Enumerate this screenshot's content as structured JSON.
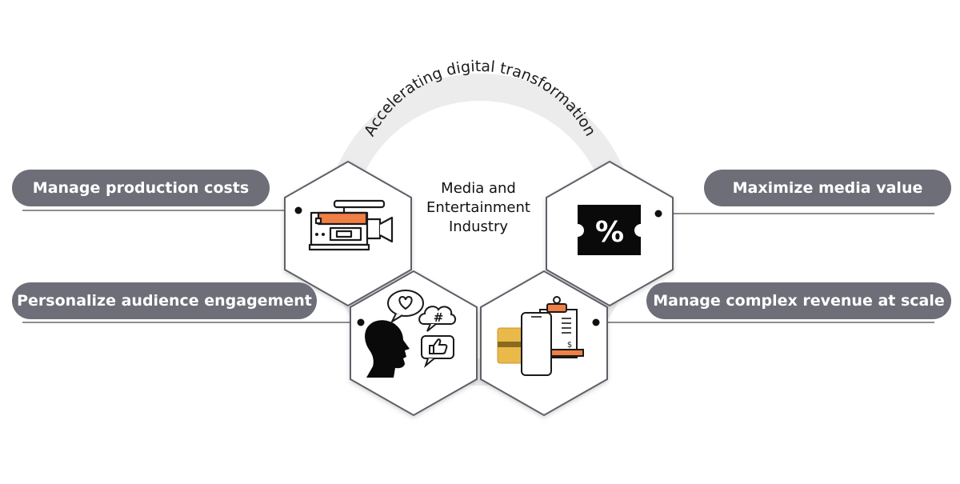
{
  "arc_text": "Accelerating digital transformation",
  "center": {
    "line1": "Media and",
    "line2": "Entertainment",
    "line3": "Industry"
  },
  "labels": {
    "production": "Manage production costs",
    "media_value": "Maximize media value",
    "audience": "Personalize audience engagement",
    "revenue": "Manage complex revenue at scale"
  },
  "icons": {
    "percent_symbol": "%",
    "hash_symbol": "#",
    "dollar_symbol": "$",
    "camera": "video-camera-icon",
    "coupon": "percent-ticket-icon",
    "social": "social-engagement-icon",
    "billing": "billing-documents-icon"
  },
  "colors": {
    "pill": "#6d6e78",
    "accent": "#f07f45",
    "card_gold": "#e9b94a",
    "hex_stroke": "#5f6168",
    "ring": "#ececec"
  }
}
